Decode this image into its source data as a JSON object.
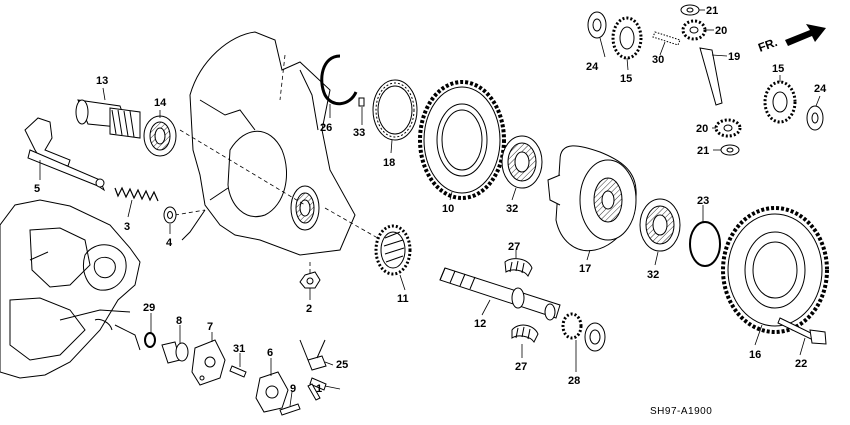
{
  "diagram": {
    "code": "SH97-A1900",
    "direction_label": "FR.",
    "part_numbers": [
      "1",
      "2",
      "3",
      "4",
      "5",
      "6",
      "7",
      "8",
      "9",
      "10",
      "11",
      "12",
      "13",
      "14",
      "15",
      "15",
      "16",
      "17",
      "18",
      "19",
      "20",
      "20",
      "21",
      "21",
      "22",
      "23",
      "24",
      "24",
      "25",
      "26",
      "27",
      "27",
      "28",
      "29",
      "30",
      "31",
      "32",
      "32",
      "33"
    ]
  }
}
